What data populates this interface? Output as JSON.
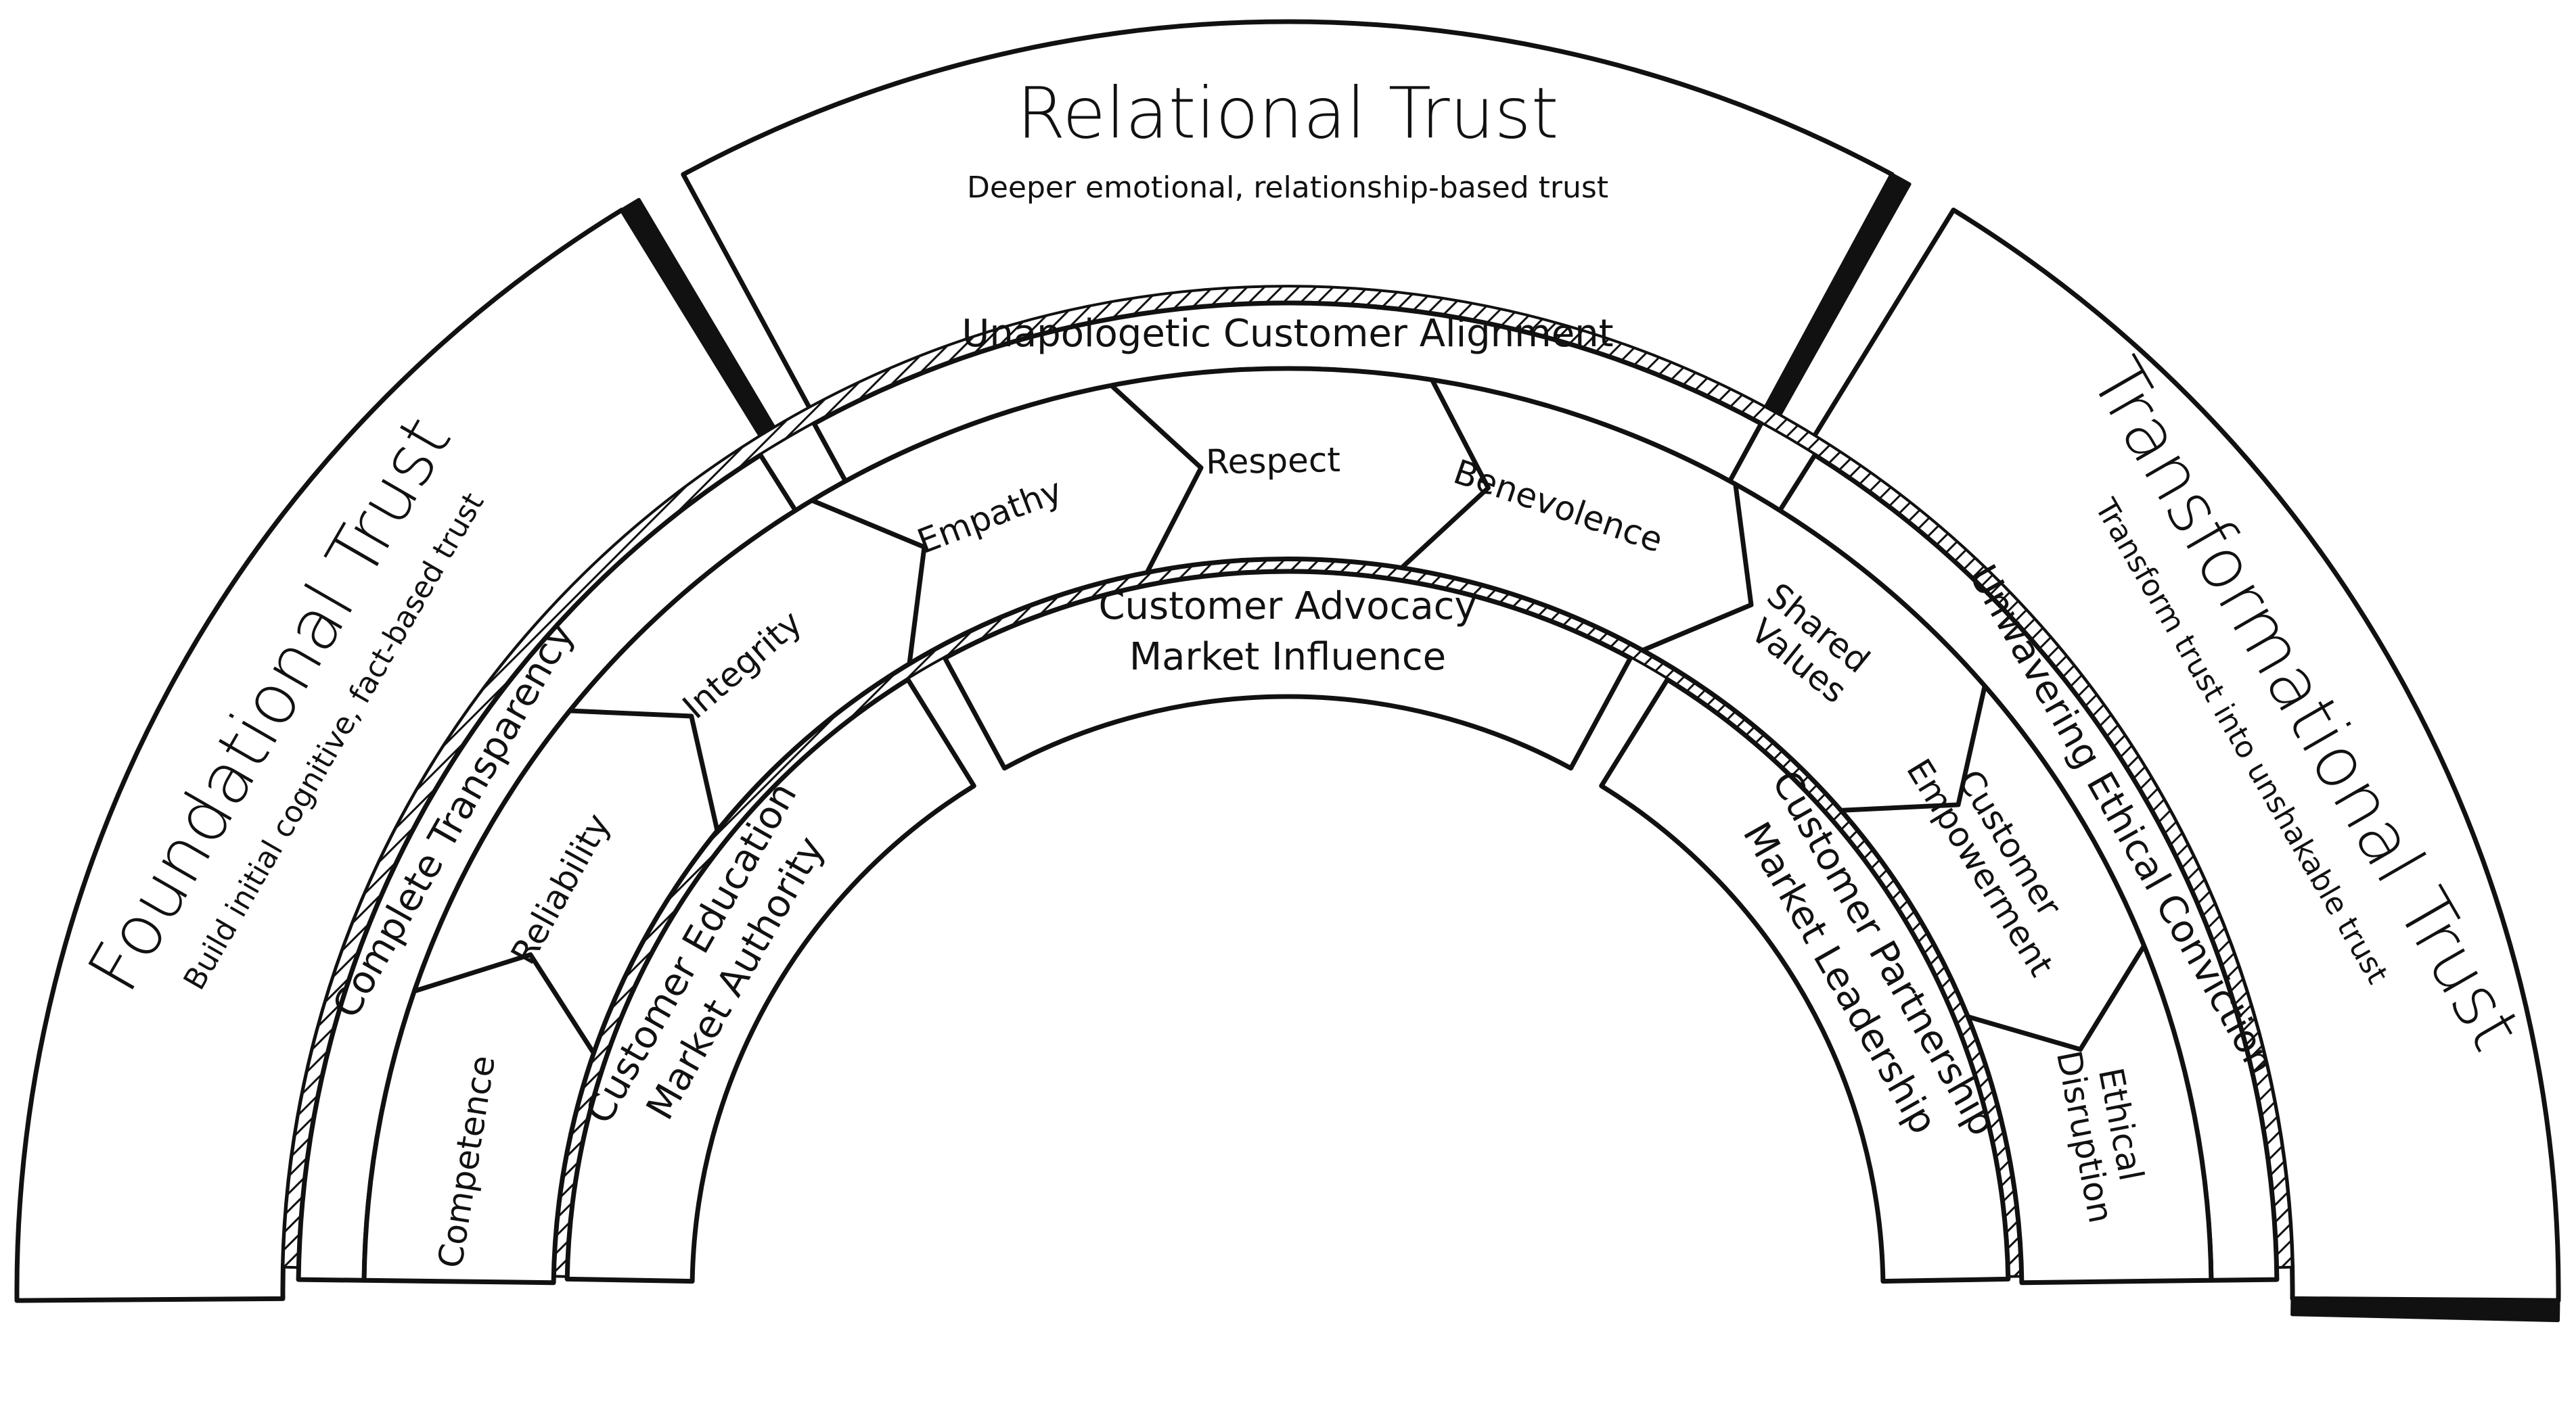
{
  "outer": [
    {
      "id": "foundational",
      "title": "Foundational Trust",
      "subtitle": "Build initial cognitive, fact-based trust"
    },
    {
      "id": "relational",
      "title": "Relational Trust",
      "subtitle": "Deeper emotional, relationship-based trust"
    },
    {
      "id": "transformational",
      "title": "Transformational Trust",
      "subtitle": "Transform trust into unshakable trust"
    }
  ],
  "bands": [
    {
      "id": "complete-transparency",
      "label": "Complete Transparency"
    },
    {
      "id": "unapologetic-customer-alignment",
      "label": "Unapologetic Customer Alignment"
    },
    {
      "id": "unwavering-ethical-conviction",
      "label": "Unwavering Ethical Conviction"
    }
  ],
  "segments": [
    {
      "id": "competence",
      "label": "Competence"
    },
    {
      "id": "reliability",
      "label": "Reliability"
    },
    {
      "id": "integrity",
      "label": "Integrity"
    },
    {
      "id": "empathy",
      "label": "Empathy"
    },
    {
      "id": "respect",
      "label": "Respect"
    },
    {
      "id": "benevolence",
      "label": "Benevolence"
    },
    {
      "id": "shared-values",
      "label": "Shared Values"
    },
    {
      "id": "customer-empowerment",
      "label": "Customer Empowerment"
    },
    {
      "id": "ethical-disruption",
      "label": "Ethical Disruption"
    }
  ],
  "inner": [
    {
      "id": "customer-education",
      "line1": "Customer Education",
      "line2": "Market Authority"
    },
    {
      "id": "customer-advocacy",
      "line1": "Customer Advocacy",
      "line2": "Market Influence"
    },
    {
      "id": "customer-partnership",
      "line1": "Customer Partnership",
      "line2": "Market Leadership"
    }
  ]
}
